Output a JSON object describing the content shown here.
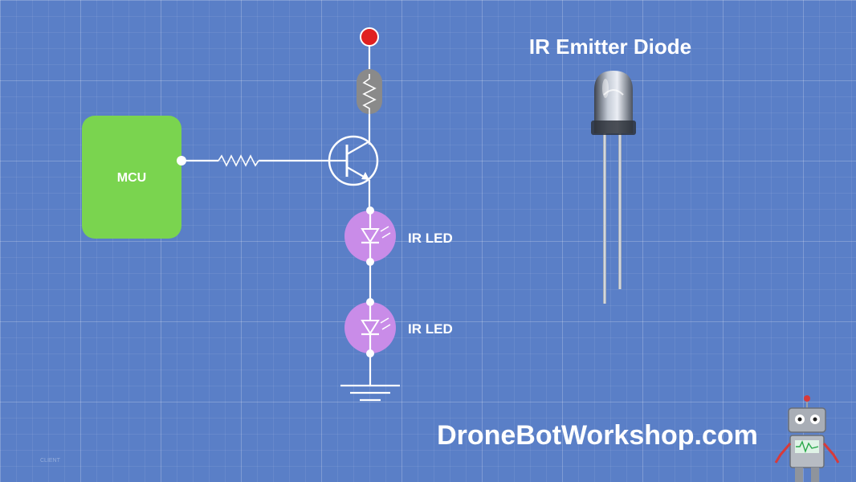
{
  "colors": {
    "background": "#5a7fc7",
    "mcu_fill": "#7ad44f",
    "led_fill": "#c98ce8",
    "power_dot": "#e02020",
    "resistor_fill": "#8a8a8a",
    "wire": "#ffffff"
  },
  "mcu": {
    "label": "MCU"
  },
  "leds": [
    {
      "label": "IR LED"
    },
    {
      "label": "IR LED"
    }
  ],
  "title": "IR Emitter Diode",
  "brand": "DroneBotWorkshop.com",
  "watermark": "CLIENT",
  "icons": {
    "power": "power-supply-dot-icon",
    "resistor": "resistor-icon",
    "transistor": "npn-transistor-icon",
    "led": "ir-led-icon",
    "ground": "ground-icon",
    "diode_photo": "ir-emitter-diode-icon",
    "mascot": "robot-mascot-icon"
  }
}
